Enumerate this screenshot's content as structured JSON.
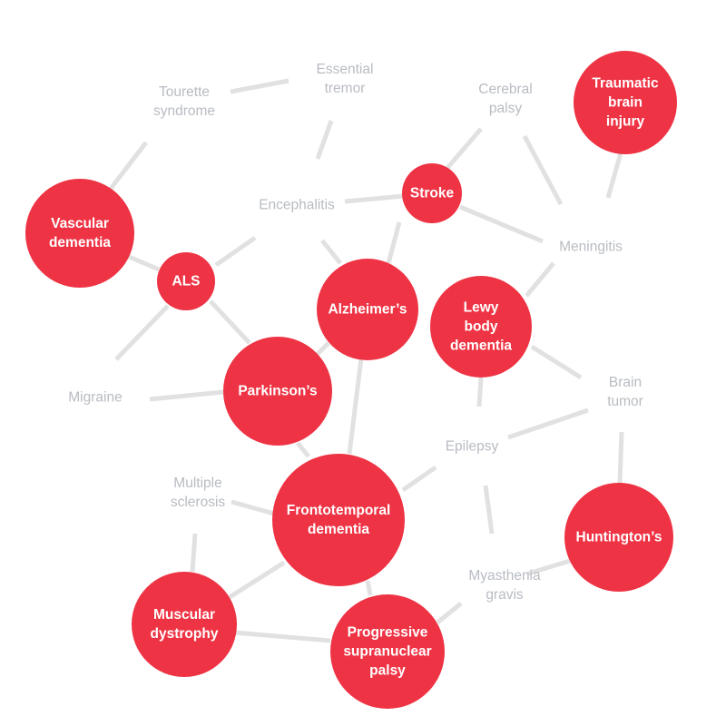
{
  "diagram": {
    "colors": {
      "node_fill": "#ee3344",
      "node_text": "#ffffff",
      "label_text": "#b8bcc2",
      "edge": "#e1e1e1"
    },
    "red_nodes": {
      "traumatic_brain_injury": [
        "Traumatic",
        "brain",
        "injury"
      ],
      "stroke": [
        "Stroke"
      ],
      "vascular_dementia": [
        "Vascular",
        "dementia"
      ],
      "als": [
        "ALS"
      ],
      "alzheimers": [
        "Alzheimer’s"
      ],
      "lewy_body_dementia": [
        "Lewy",
        "body",
        "dementia"
      ],
      "parkinsons": [
        "Parkinson’s"
      ],
      "frontotemporal_dementia": [
        "Frontotemporal",
        "dementia"
      ],
      "huntingtons": [
        "Huntington’s"
      ],
      "muscular_dystrophy": [
        "Muscular",
        "dystrophy"
      ],
      "progressive_supranuclear_palsy": [
        "Progressive",
        "supranuclear",
        "palsy"
      ]
    },
    "gray_labels": {
      "tourette_syndrome": [
        "Tourette",
        "syndrome"
      ],
      "essential_tremor": [
        "Essential",
        "tremor"
      ],
      "cerebral_palsy": [
        "Cerebral",
        "palsy"
      ],
      "encephalitis": [
        "Encephalitis"
      ],
      "meningitis": [
        "Meningitis"
      ],
      "migraine": [
        "Migraine"
      ],
      "brain_tumor": [
        "Brain",
        "tumor"
      ],
      "epilepsy": [
        "Epilepsy"
      ],
      "multiple_sclerosis": [
        "Multiple",
        "sclerosis"
      ],
      "myasthenia_gravis": [
        "Myasthenia",
        "gravis"
      ]
    }
  }
}
